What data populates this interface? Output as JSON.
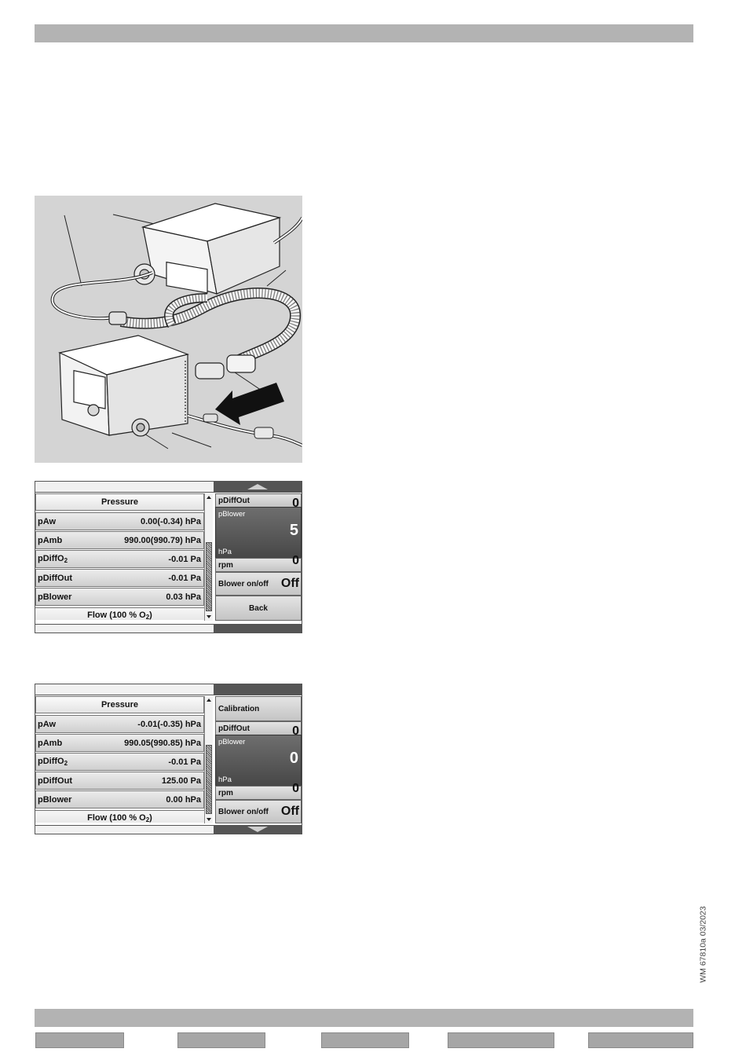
{
  "doc_code": "WM 67810a 03/2023",
  "screen1": {
    "section_title": "Pressure",
    "rows": [
      {
        "label": "pAw",
        "value": "0.00(-0.34) hPa"
      },
      {
        "label": "pAmb",
        "value": "990.00(990.79) hPa"
      },
      {
        "label": "pDiffO",
        "sub": "2",
        "value": "-0.01 Pa"
      },
      {
        "label": "pDiffOut",
        "value": "-0.01 Pa"
      },
      {
        "label": "pBlower",
        "value": "0.03 hPa"
      }
    ],
    "next_section": {
      "text": "Flow (100 % O",
      "sub": "2",
      "suffix": ")"
    },
    "right_items": [
      {
        "label": "pDiffOut",
        "value": "0"
      },
      {
        "label": "rpm",
        "value": "0"
      },
      {
        "label": "Blower on/off",
        "value": "Off"
      },
      {
        "label": "Back"
      }
    ],
    "popup": {
      "name": "pBlower",
      "value": "5",
      "unit": "hPa"
    }
  },
  "screen2": {
    "section_title": "Pressure",
    "rows": [
      {
        "label": "pAw",
        "value": "-0.01(-0.35) hPa"
      },
      {
        "label": "pAmb",
        "value": "990.05(990.85) hPa"
      },
      {
        "label": "pDiffO",
        "sub": "2",
        "value": "-0.01 Pa"
      },
      {
        "label": "pDiffOut",
        "value": "125.00 Pa"
      },
      {
        "label": "pBlower",
        "value": "0.00 hPa"
      }
    ],
    "next_section": {
      "text": "Flow (100 % O",
      "sub": "2",
      "suffix": ")"
    },
    "right_items": [
      {
        "label": "Calibration"
      },
      {
        "label": "pDiffOut",
        "value": "0"
      },
      {
        "label": "rpm",
        "value": "0"
      },
      {
        "label": "Blower on/off",
        "value": "Off"
      }
    ],
    "popup": {
      "name": "pBlower",
      "value": "0",
      "unit": "hPa"
    }
  }
}
